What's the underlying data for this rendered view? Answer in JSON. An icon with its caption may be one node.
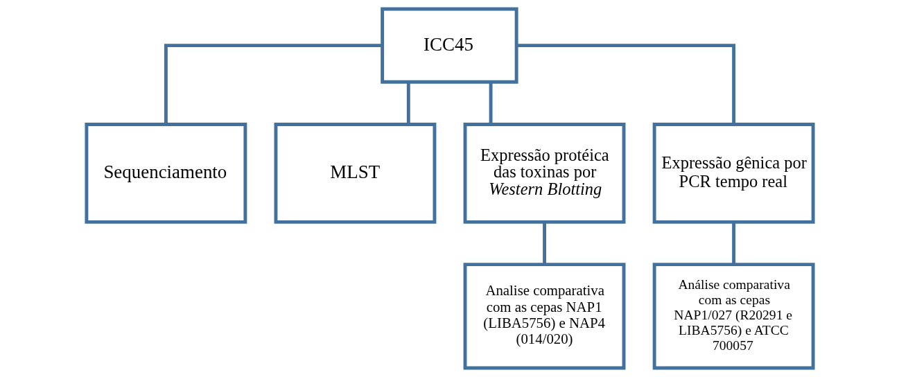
{
  "diagram": {
    "nodes": [
      {
        "text": [
          "ICC45"
        ]
      },
      {
        "text": [
          "Sequenciamento"
        ]
      },
      {
        "text": [
          "MLST"
        ]
      },
      {
        "text": [
          "Expressão protéica das toxinas por *Western Blotting*"
        ]
      },
      {
        "text": [
          "Expressão gênica por PCR tempo real"
        ]
      },
      {
        "text": [
          "Analise comparativa com as cepas NAP1 (LIBA5756) e NAP4 (014/020)"
        ]
      },
      {
        "text": [
          "Análise comparativa com as cepas NAP1/027 (R20291 e LIBA5756) e ATCC 700057"
        ]
      }
    ],
    "edges": [
      {
        "from": 0,
        "to": 1,
        "arrow": "none"
      },
      {
        "from": 0,
        "to": 2,
        "arrow": "none"
      },
      {
        "from": 0,
        "to": 3,
        "arrow": "none"
      },
      {
        "from": 0,
        "to": 4,
        "arrow": "none"
      },
      {
        "from": 3,
        "to": 5,
        "arrow": "none"
      },
      {
        "from": 4,
        "to": 6,
        "arrow": "none"
      }
    ]
  }
}
